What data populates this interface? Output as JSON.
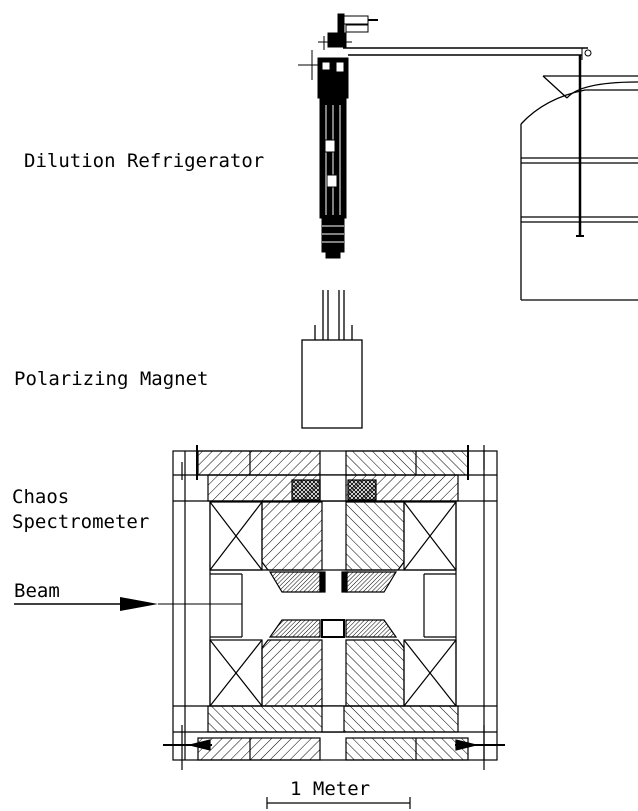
{
  "labels": {
    "dilution_refrigerator": "Dilution Refrigerator",
    "polarizing_magnet": "Polarizing Magnet",
    "chaos_line1": "Chaos",
    "chaos_line2": "Spectrometer",
    "beam": "Beam",
    "scale": "1 Meter"
  },
  "colors": {
    "ink": "#000000",
    "background": "#ffffff"
  }
}
